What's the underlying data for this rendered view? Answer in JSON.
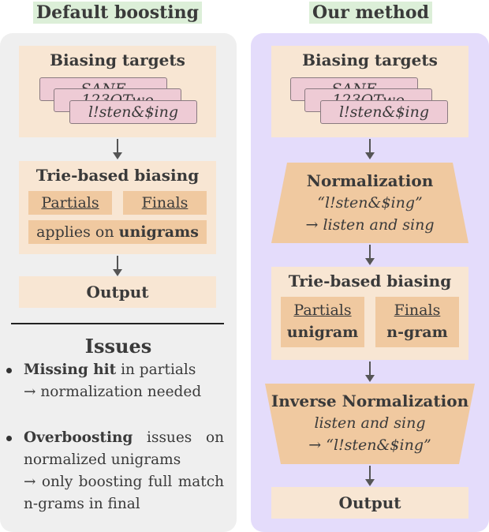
{
  "left": {
    "title": "Default boosting",
    "targets_box": {
      "title": "Biasing targets",
      "tags": [
        "SANE",
        "123OTwo",
        "l!sten&$ing"
      ]
    },
    "trie_box": {
      "title": "Trie-based biasing",
      "partials": "Partials",
      "finals": "Finals",
      "applies_prefix": "applies on ",
      "applies_bold": "unigrams"
    },
    "output": "Output",
    "issues": {
      "title": "Issues",
      "bullet1_bold": "Missing hit",
      "bullet1_rest": " in partials",
      "bullet1_line2": "→ normalization needed",
      "bullet2_bold": "Overboosting",
      "bullet2_rest": " issues on normalized unigrams",
      "bullet2_line2": "→ only boosting full match n-grams in final"
    }
  },
  "right": {
    "title": "Our method",
    "targets_box": {
      "title": "Biasing targets",
      "tags": [
        "SANE",
        "123OTwo",
        "l!sten&$ing"
      ]
    },
    "normalization": {
      "title": "Normalization",
      "line1": "“l!sten&$ing”",
      "line2": "→ listen and sing"
    },
    "trie_box": {
      "title": "Trie-based biasing",
      "partials": "Partials",
      "partials_sub": "unigram",
      "finals": "Finals",
      "finals_sub": "n-gram"
    },
    "inverse": {
      "title": "Inverse Normalization",
      "line1": "listen and sing",
      "line2": "→ “l!sten&$ing”"
    },
    "output": "Output"
  },
  "colors": {
    "left_panel": "#efefef",
    "right_panel": "#e4dcfb",
    "box": "#f8e6d3",
    "inner": "#f0c9a0",
    "trapezoid": "#f0c9a0",
    "tag": "#eecbd5",
    "title_highlight": "#dcefd8"
  }
}
